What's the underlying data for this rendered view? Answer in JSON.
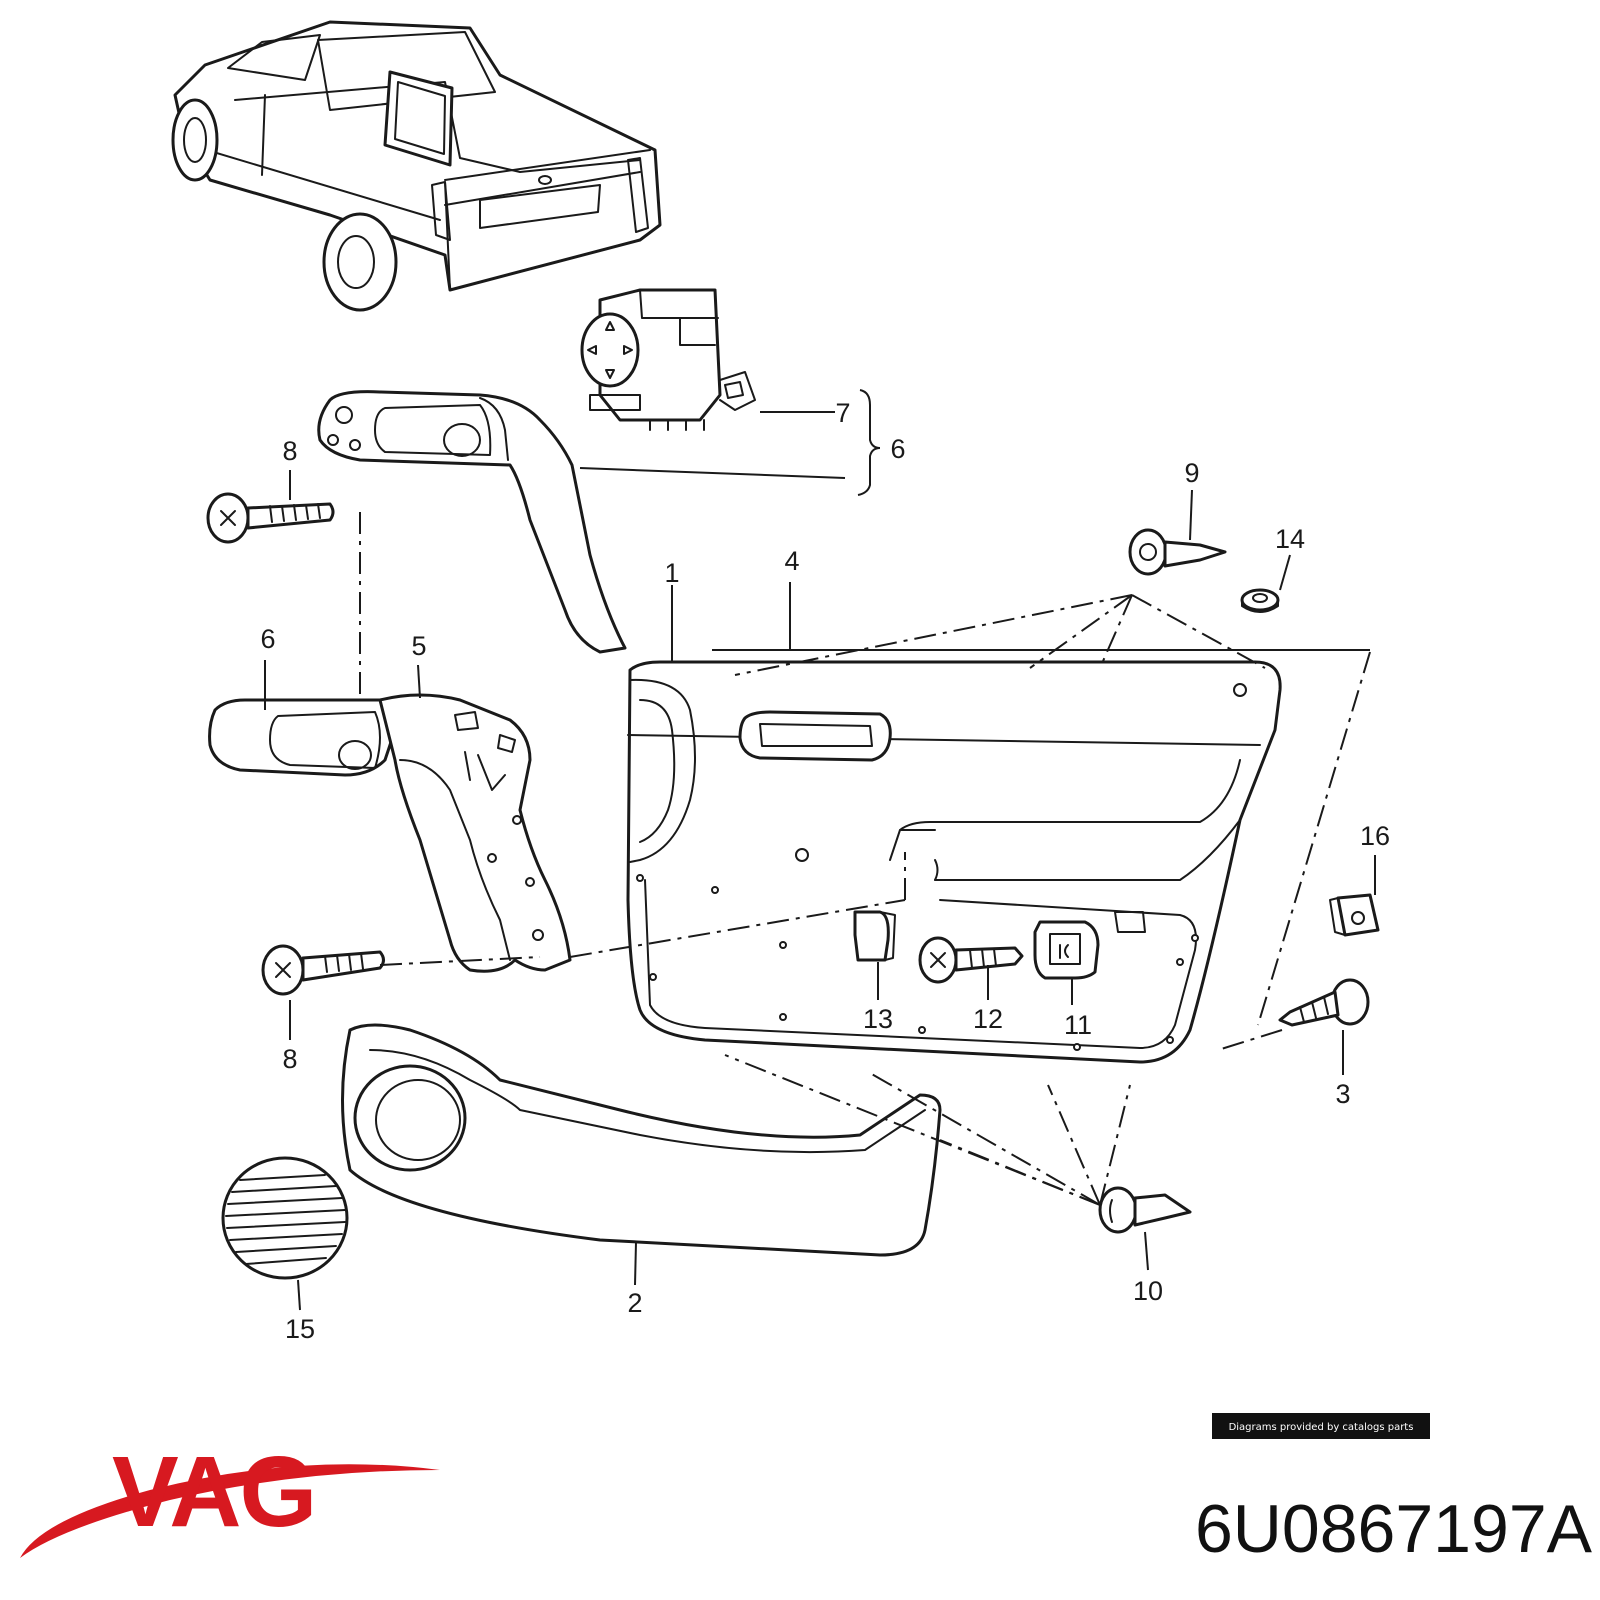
{
  "diagram": {
    "callouts": {
      "c1": "1",
      "c2": "2",
      "c3": "3",
      "c4": "4",
      "c5": "5",
      "c6a": "6",
      "c6b": "6",
      "c7": "7",
      "c8a": "8",
      "c8b": "8",
      "c9": "9",
      "c10": "10",
      "c11": "11",
      "c12": "12",
      "c13": "13",
      "c14": "14",
      "c15": "15",
      "c16": "16"
    }
  },
  "footer": {
    "credit": "Diagrams provided by catalogs parts",
    "brand": "VAG",
    "part_number": "6U0867197A"
  },
  "colors": {
    "brand": "#d71920",
    "line": "#1a1a1a",
    "credit_bg": "#111111"
  }
}
